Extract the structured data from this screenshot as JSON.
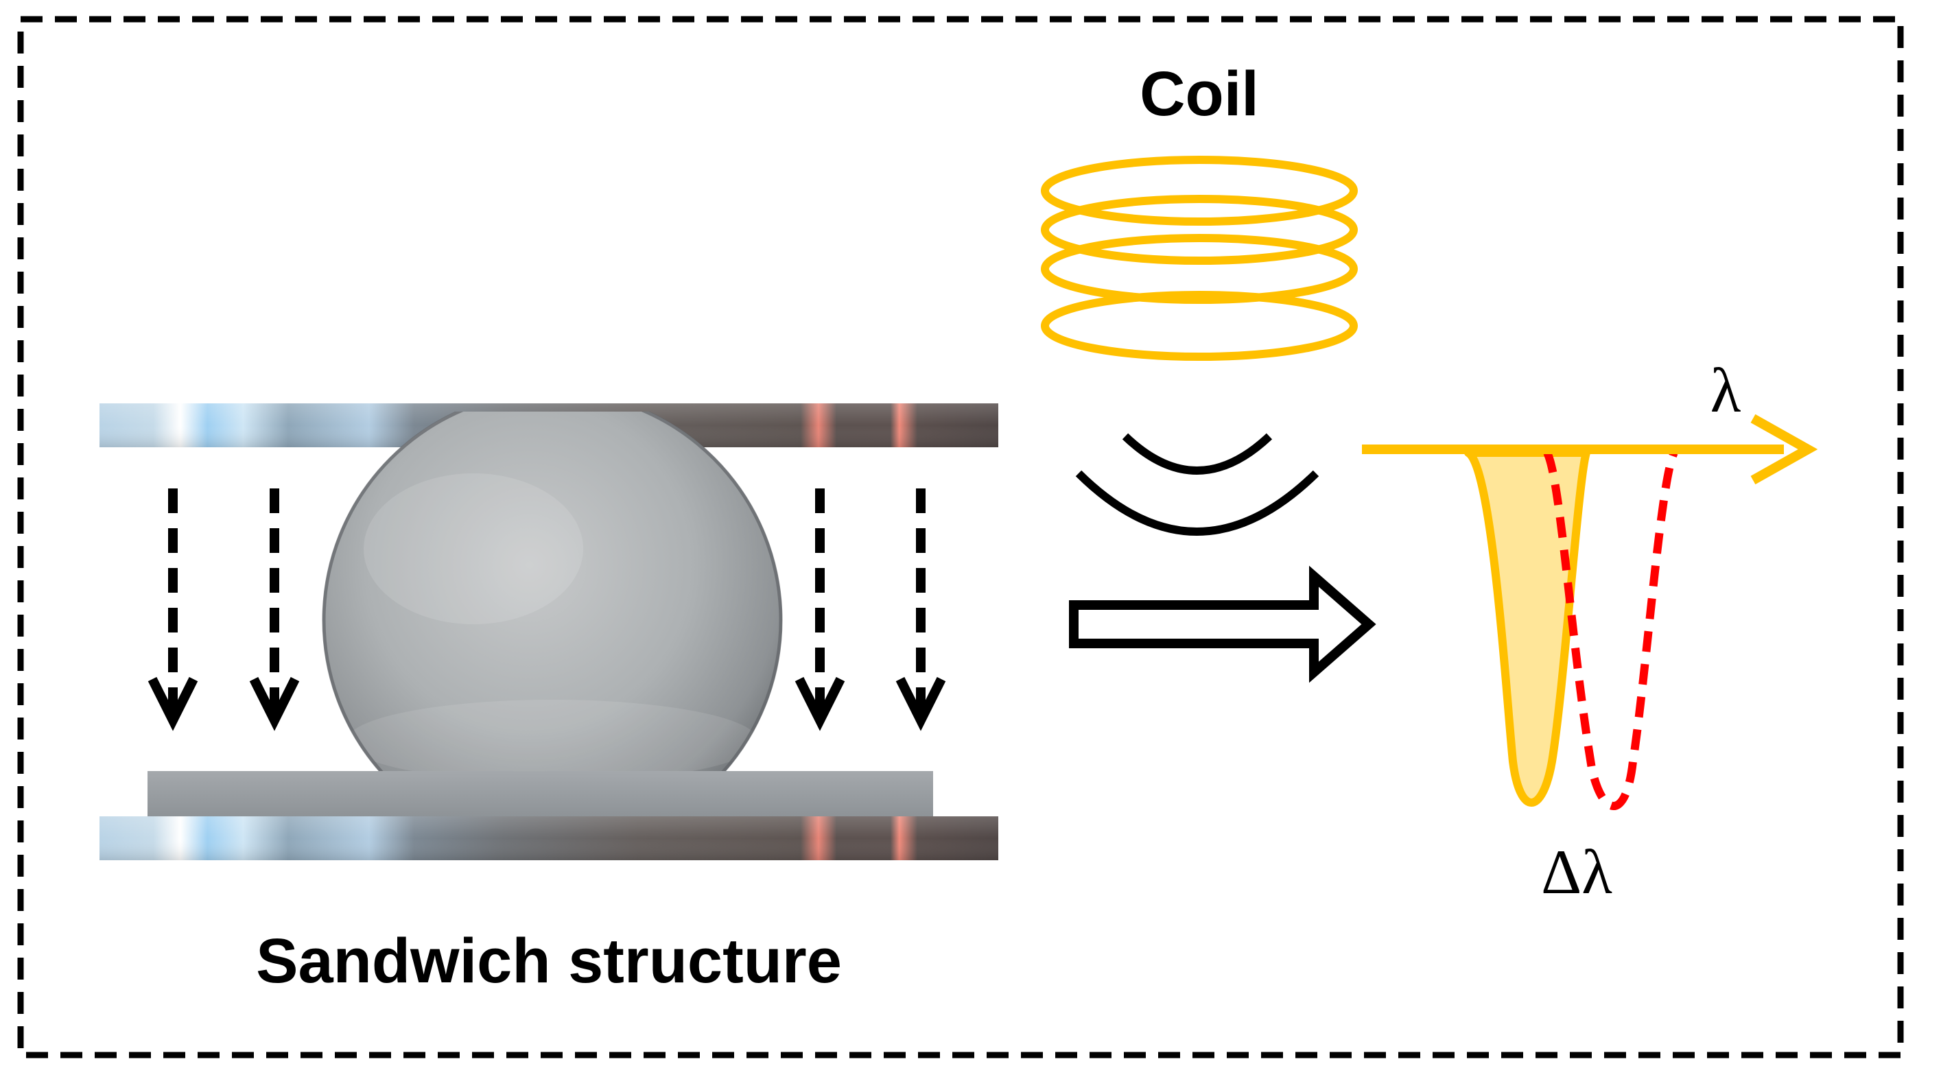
{
  "labels": {
    "coil": "Coil",
    "sandwich": "Sandwich structure",
    "lambda": "λ",
    "delta_lambda": "Δλ"
  },
  "colors": {
    "coil": "#FFC000",
    "spectrum_axis": "#FFC000",
    "spectrum_fill": "#FFE699",
    "shifted_spectrum": "#FF0000",
    "frame": "#000000",
    "arrows": "#000000"
  }
}
